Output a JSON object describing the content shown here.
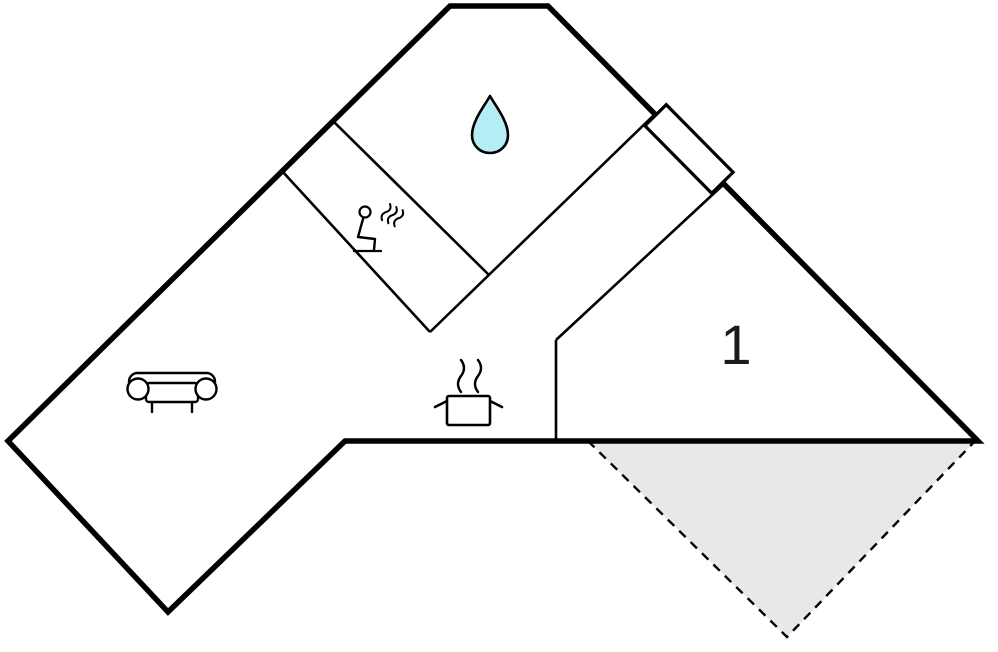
{
  "floorplan": {
    "room_label": "1",
    "colors": {
      "wall": "#000000",
      "background": "#ffffff",
      "terrace_fill": "#e8e8e8",
      "water_drop_fill": "#b5edf4",
      "door_fill": "#ffffff"
    },
    "icons": [
      {
        "name": "water-drop-icon"
      },
      {
        "name": "sauna-person-icon"
      },
      {
        "name": "sofa-icon"
      },
      {
        "name": "cooking-pot-icon"
      },
      {
        "name": "entrance-door"
      },
      {
        "name": "terrace-area"
      }
    ]
  }
}
